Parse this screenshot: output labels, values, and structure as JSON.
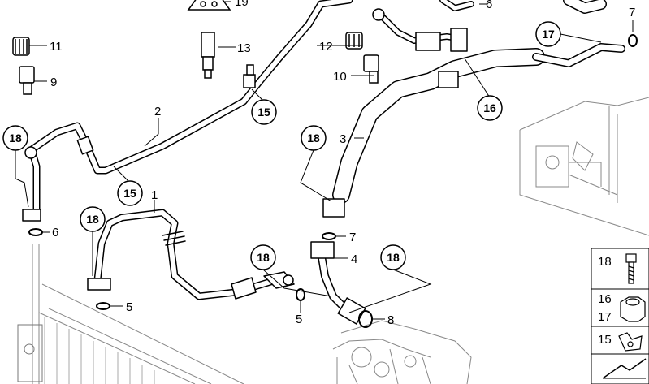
{
  "diagram": {
    "callouts_plain": [
      {
        "id": "c19",
        "text": "19"
      },
      {
        "id": "c13",
        "text": "13"
      },
      {
        "id": "c11",
        "text": "11"
      },
      {
        "id": "c9",
        "text": "9"
      },
      {
        "id": "c2",
        "text": "2"
      },
      {
        "id": "c1",
        "text": "1"
      },
      {
        "id": "c6a",
        "text": "6"
      },
      {
        "id": "c5a",
        "text": "5"
      },
      {
        "id": "c12",
        "text": "12"
      },
      {
        "id": "c10",
        "text": "10"
      },
      {
        "id": "c3",
        "text": "3"
      },
      {
        "id": "c6b",
        "text": "6"
      },
      {
        "id": "c7a",
        "text": "7"
      },
      {
        "id": "c7b",
        "text": "7"
      },
      {
        "id": "c4",
        "text": "4"
      },
      {
        "id": "c8",
        "text": "8"
      },
      {
        "id": "c5b",
        "text": "5"
      }
    ],
    "callouts_circled": [
      {
        "id": "k18a",
        "text": "18"
      },
      {
        "id": "k15a",
        "text": "15"
      },
      {
        "id": "k15b",
        "text": "15"
      },
      {
        "id": "k18b",
        "text": "18"
      },
      {
        "id": "k18c",
        "text": "18"
      },
      {
        "id": "k18d",
        "text": "18"
      },
      {
        "id": "k18e",
        "text": "18"
      },
      {
        "id": "k16",
        "text": "16"
      },
      {
        "id": "k17",
        "text": "17"
      }
    ],
    "parts_table": [
      {
        "id": "t18",
        "text": "18",
        "icon": "bolt-icon"
      },
      {
        "id": "t1617",
        "text": "16",
        "text2": "17",
        "icon": "nut-icon"
      },
      {
        "id": "t15",
        "text": "15",
        "icon": "clip-icon"
      },
      {
        "id": "tbl",
        "text": "",
        "icon": "lightning-arrow-icon"
      }
    ]
  }
}
